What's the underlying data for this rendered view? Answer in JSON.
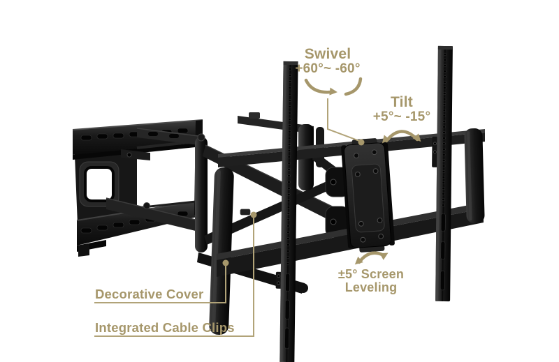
{
  "product": {
    "name": "Full-motion TV wall mount",
    "parts": {
      "wall_plate": "wall plate",
      "articulating_arms": "articulating arms",
      "vesa_head": "tilting VESA head plate",
      "left_rail": "left TV mounting rail",
      "right_rail": "right TV mounting rail",
      "frame": "TV bracket frame"
    }
  },
  "annotations": {
    "swivel": {
      "title": "Swivel",
      "range": "+60°~ -60°"
    },
    "tilt": {
      "title": "Tilt",
      "range": "+5°~ -15°"
    },
    "leveling": {
      "line1": "±5° Screen",
      "line2": "Leveling"
    },
    "decorative_cover": {
      "label": "Decorative Cover"
    },
    "cable_clips": {
      "label": "Integrated Cable Clips"
    }
  },
  "icons": {
    "swivel_icon": "swivel-rotate-icon",
    "tilt_icon": "tilt-arc-icon",
    "leveling_icon": "leveling-arc-icon"
  },
  "colors": {
    "background": "#ffffff",
    "annotation_text": "#a6976b",
    "annotation_line": "#b1a378",
    "product_black": "#161616"
  }
}
